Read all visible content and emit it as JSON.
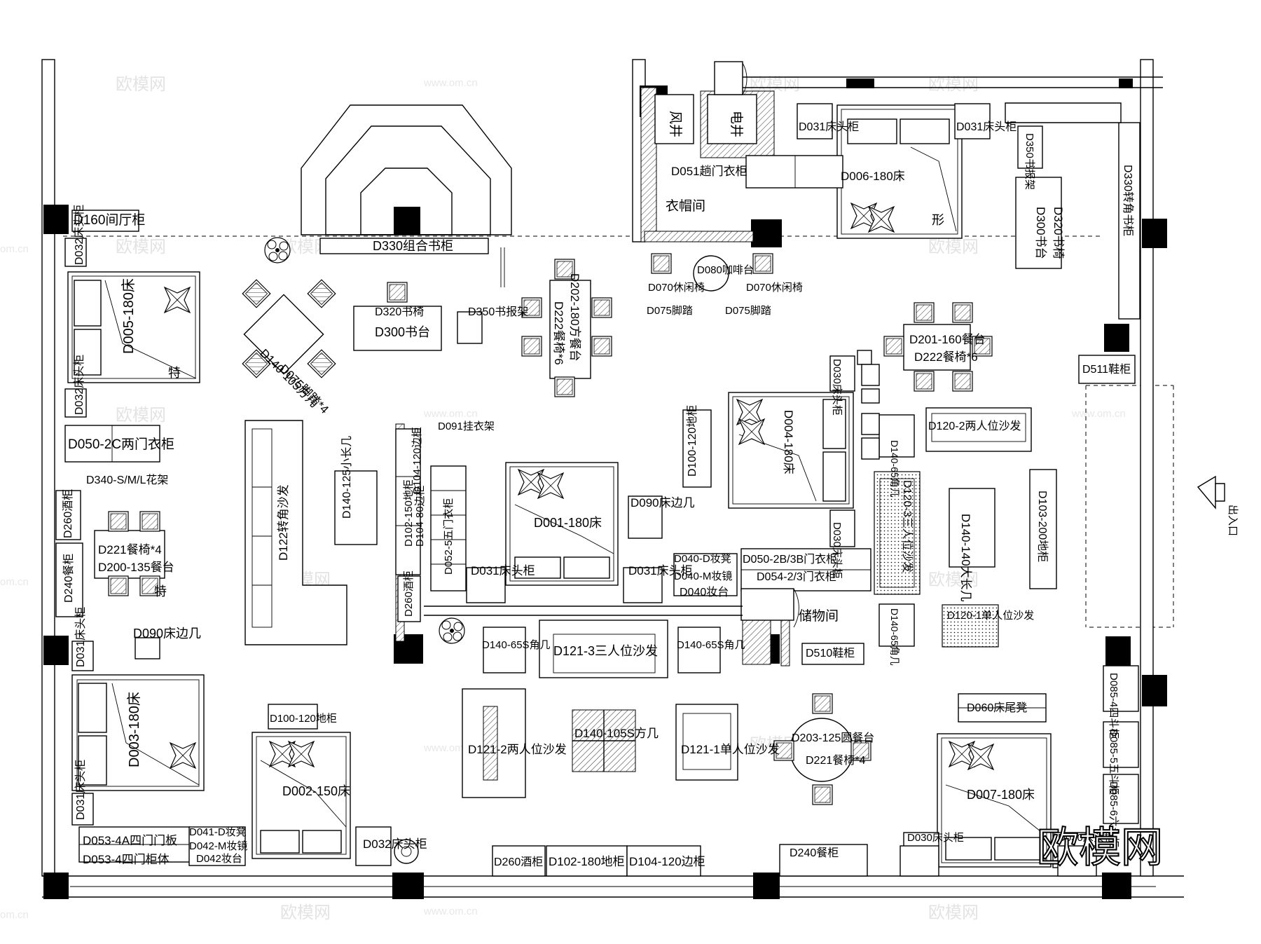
{
  "floor_plan": {
    "watermarks": {
      "text": "欧模网",
      "url": "www.om.cn",
      "url_suffix": "om.cn",
      "brand_logo": "欧模网"
    },
    "entrance": {
      "label": "出入口"
    },
    "rooms": {
      "closet_room": "衣帽间",
      "storage_room": "储物间",
      "wind_well": "风井",
      "elec_well": "电井"
    },
    "labels": [
      "D160间厅柜",
      "D032床头柜",
      "D005-180床",
      "D032床头柜",
      "D050-2C两门衣柜",
      "D340-S/M/L花架",
      "D260酒柜",
      "D221餐椅*4",
      "D200-135餐台",
      "D240餐柜",
      "D031床头柜",
      "D090床边几",
      "D003-180床",
      "D031床头柜",
      "D053-4A四门门板",
      "D053-4四门柜体",
      "D041-D妆凳",
      "D042-M妆镜",
      "D042妆台",
      "D330组合书柜",
      "D140-105方几",
      "D075脚踏*4",
      "D320书椅",
      "D300书台",
      "D350书报架",
      "D202-180方餐台",
      "D222餐椅*6",
      "D122转角沙发",
      "D140-125小长几",
      "D091挂衣架",
      "D102-150地柜",
      "D104-80边柜",
      "D104-120边柜",
      "D052-5五门衣柜",
      "D260酒柜",
      "D001-180床",
      "D031床头柜",
      "D031床头柜",
      "D090床边几",
      "D100-120地柜",
      "D100-120地柜",
      "D002-150床",
      "D032床头柜",
      "D121-2两人位沙发",
      "D140-105S方几",
      "D121-1单人位沙发",
      "D140-65S角几",
      "D121-3三人位沙发",
      "D140-65S角几",
      "D040-D妆凳",
      "D040-M妆镜",
      "D040妆台",
      "D260酒柜",
      "D102-180地柜",
      "D104-120边柜",
      "D240餐柜",
      "D051趟门衣柜",
      "D070休闲椅",
      "D080咖啡台",
      "D070休闲椅",
      "D075脚踏",
      "D075脚踏",
      "D031床头柜",
      "D031床头柜",
      "D006-180床",
      "D350书报架",
      "D300书台",
      "D320书椅",
      "D330转角书柜",
      "D201-160餐台",
      "D222餐椅*6",
      "D030床头柜",
      "D004-180床",
      "D030床头柜",
      "D050-2B/3B门衣柜",
      "D054-2/3门衣柜",
      "D510鞋柜",
      "D140-65角几",
      "D120-2两人位沙发",
      "D120-3三人位沙发",
      "D140-140大长几",
      "D103-200地柜",
      "D140-65角几",
      "D120-1单人位沙发",
      "D511鞋柜",
      "D060床尾凳",
      "D203-125圆餐台",
      "D221餐椅*4",
      "D030床头柜",
      "D007-180床",
      "D030床头柜",
      "D085-4四斗柜",
      "D085-5五斗柜",
      "D085-6六斗柜",
      "特",
      "特",
      "形"
    ]
  }
}
